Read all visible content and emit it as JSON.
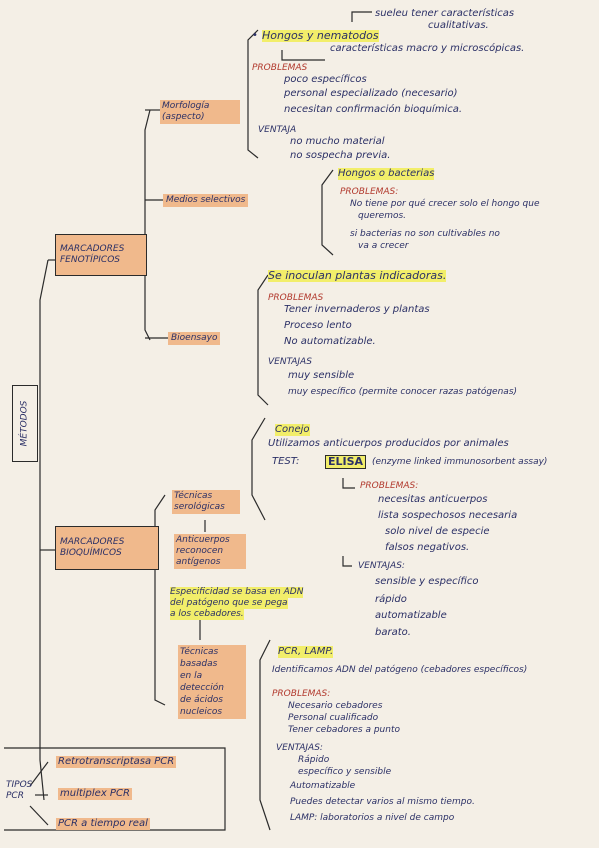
{
  "root": {
    "metodos": "MÉTODOS"
  },
  "fenotipicos": {
    "title": [
      "MARCADORES",
      "FENOTÍPICOS"
    ],
    "morfologia": {
      "label": [
        "Morfología",
        "(aspecto)"
      ],
      "top_note": "sueleu tener características",
      "top_note2": "cualitativas.",
      "hongos": "Hongos y nematodos",
      "caracteristicas": "características macro y microscópicas.",
      "problemas": "PROBLEMAS",
      "items": [
        "poco específicos",
        "personal especializado (necesario)",
        "necesitan confirmación bioquímica."
      ],
      "ventaja": "VENTAJA",
      "ventaja_items": [
        "no mucho material",
        "no sospecha previa."
      ]
    },
    "medios": {
      "label": "Medios selectivos",
      "hongos": "Hongos o bacterias",
      "problemas": "PROBLEMAS:",
      "p1": [
        "No tiene por qué crecer solo el hongo que",
        "queremos."
      ],
      "p2": [
        "si bacterias no son cultivables no",
        "va a crecer"
      ]
    },
    "bioensayo": {
      "label": "Bioensayo",
      "inoculan": "Se inoculan plantas indicadoras.",
      "problemas": "PROBLEMAS",
      "items": [
        "Tener invernaderos y plantas",
        "Proceso lento",
        "No automatizable."
      ],
      "ventajas": "VENTAJAS",
      "ventaja_items": [
        "muy sensible",
        "muy específico (permite conocer razas patógenas)"
      ]
    }
  },
  "bioquimicos": {
    "title": [
      "MARCADORES",
      "BIOQUÍMICOS"
    ],
    "serologicas": {
      "label": [
        "Técnicas",
        "serológicas"
      ],
      "anticuerpos": [
        "Anticuerpos",
        "reconocen",
        "antígenos"
      ],
      "conejo": "Conejo",
      "utilizamos": "Utilizamos anticuerpos producidos por animales",
      "test_label": "TEST:",
      "elisa": "ELISA",
      "elisa_note": "(enzyme linked immunosorbent assay)",
      "problemas": "PROBLEMAS:",
      "items": [
        "necesitas anticuerpos",
        "lista sospechosos necesaria",
        "solo nivel de especie",
        "falsos negativos."
      ],
      "ventajas": "VENTAJAS:",
      "ventaja_items": [
        "sensible y específico",
        "rápido",
        "automatizable",
        "barato."
      ]
    },
    "especificidad": [
      "Especificidad se basa en ADN",
      "del patógeno que se pega",
      "a los cebadores."
    ],
    "acidos": {
      "label": [
        "Técnicas",
        "basadas",
        "en la",
        "detección",
        "de ácidos",
        "nucleicos"
      ],
      "pcr": "PCR, LAMP.",
      "identificamos": "Identificamos ADN del patógeno (cebadores específicos)",
      "problemas": "PROBLEMAS:",
      "items": [
        "Necesario cebadores",
        "Personal cualificado",
        "Tener cebadores a punto"
      ],
      "ventajas": "VENTAJAS:",
      "ventaja_items": [
        "Rápido",
        "específico y sensible",
        "Automatizable",
        "Puedes detectar varios al mismo tiempo.",
        "LAMP: laboratorios a nivel de campo"
      ]
    }
  },
  "tipos_pcr": {
    "label": [
      "TIPOS",
      "PCR"
    ],
    "items": [
      "Retrotranscriptasa PCR",
      "multiplex PCR",
      "PCR a tiempo real"
    ]
  },
  "colors": {
    "ink": "#2b3066",
    "red": "#b23a2e",
    "orange": "#f0b98c",
    "yellow": "#f2ee6a",
    "paper": "#f4efe6"
  }
}
